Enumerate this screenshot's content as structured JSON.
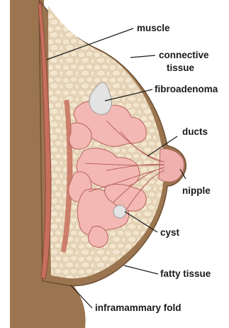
{
  "labels": {
    "muscle": "muscle",
    "connective_1": "connective",
    "connective_2": "tissue",
    "fibroadenoma": "fibroadenoma",
    "ducts": "ducts",
    "nipple": "nipple",
    "cyst": "cyst",
    "fatty": "fatty tissue",
    "fold": "inframammary fold"
  },
  "colors": {
    "skin": "#9b7550",
    "skin_dark": "#6e4f33",
    "fat": "#e8d7bd",
    "fat_cell": "#f3e6cf",
    "muscle": "#c66f5c",
    "lobule": "#f4b8b4",
    "lobule_edge": "#b7645f",
    "areola": "#efb1ad",
    "mass": "#e3e3e3"
  }
}
